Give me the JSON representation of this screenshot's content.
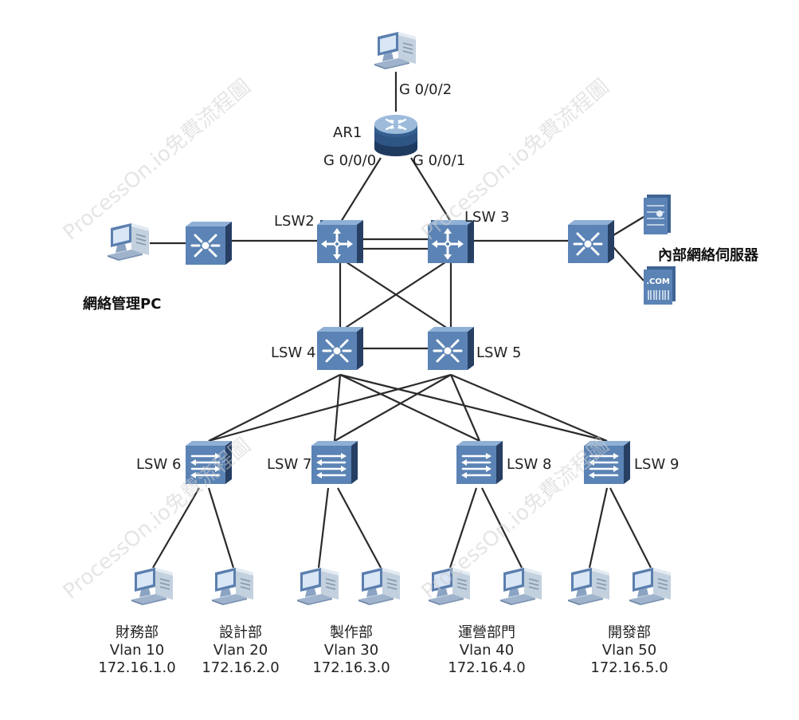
{
  "router": {
    "name": "AR1",
    "port_top": "G 0/0/2",
    "port_left": "G 0/0/0",
    "port_right": "G 0/0/1"
  },
  "core_switches": {
    "lsw2": "LSW2",
    "lsw3": "LSW 3"
  },
  "aggregation_switches": {
    "lsw4": "LSW 4",
    "lsw5": "LSW 5"
  },
  "access_switches": {
    "lsw6": "LSW 6",
    "lsw7": "LSW 7",
    "lsw8": "LSW 8",
    "lsw9": "LSW 9"
  },
  "management_pc_label": "網絡管理PC",
  "server_group_label": "內部網絡伺服器",
  "server_icon_text": ".COM",
  "watermark": "ProcessOn.io免費流程圖",
  "departments": [
    {
      "name": "財務部",
      "vlan": "Vlan 10",
      "subnet": "172.16.1.0"
    },
    {
      "name": "設計部",
      "vlan": "Vlan 20",
      "subnet": "172.16.2.0"
    },
    {
      "name": "製作部",
      "vlan": "Vlan 30",
      "subnet": "172.16.3.0"
    },
    {
      "name": "運營部門",
      "vlan": "Vlan 40",
      "subnet": "172.16.4.0"
    },
    {
      "name": "開發部",
      "vlan": "Vlan 50",
      "subnet": "172.16.5.0"
    }
  ]
}
